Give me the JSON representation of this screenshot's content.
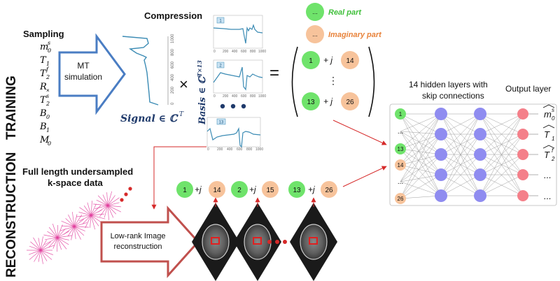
{
  "side_labels": {
    "training": "TRAINING",
    "reconstruction": "RECONSTRUCTION"
  },
  "sampling": {
    "title": "Sampling",
    "params": [
      "m",
      "T",
      "T",
      "R",
      "T",
      "B",
      "B",
      "M"
    ],
    "subs": [
      "0",
      "1",
      "2",
      "×",
      "2",
      "0",
      "1",
      "0"
    ],
    "sups": [
      "s",
      "",
      "f",
      "",
      "s",
      "",
      "",
      ""
    ]
  },
  "mt_arrow": {
    "line1": "MT",
    "line2": "simulation"
  },
  "signal": {
    "label": "Signal ∈ ℂ",
    "label_sup": "T",
    "ticks": [
      "0",
      "200",
      "400",
      "600",
      "800",
      "1000"
    ]
  },
  "compression": {
    "title": "Compression",
    "basis_label": "Basis ∈ ℂ",
    "basis_sup": "T×13",
    "tags": [
      "1",
      "2",
      "13"
    ],
    "xticks": [
      "0",
      "200",
      "400",
      "600",
      "800",
      "1000"
    ],
    "times": "×",
    "equals": "="
  },
  "legend": {
    "real_dot": "...",
    "real_label": "Real part",
    "imag_dot": "...",
    "imag_label": "Imaginary part"
  },
  "matrix": {
    "rows": [
      {
        "real": "1",
        "imag": "14"
      },
      {
        "real": "13",
        "imag": "26"
      }
    ],
    "plus_j": "+ j",
    "vdots": "⋮"
  },
  "reconstruction": {
    "kspace_line1": "Full length undersampled",
    "kspace_line2": "k-space data",
    "lowrank_line1": "Low-rank Image",
    "lowrank_line2": "reconstruction",
    "pairs": [
      {
        "real": "1",
        "imag": "14"
      },
      {
        "real": "2",
        "imag": "15"
      },
      {
        "real": "13",
        "imag": "26"
      }
    ],
    "plus_j": "+j"
  },
  "network": {
    "hidden_line1": "14 hidden layers with",
    "hidden_line2": "skip connections",
    "output_title": "Output layer",
    "inputs": [
      "1",
      "...",
      "13",
      "14",
      "...",
      "26"
    ],
    "outputs": [
      "m",
      "T",
      "T",
      "...",
      "..."
    ],
    "output_subs": [
      "0",
      "1",
      "2",
      "",
      ""
    ],
    "output_sups": [
      "s",
      "",
      "f",
      "",
      ""
    ]
  },
  "colors": {
    "real": "#6fe36b",
    "imag": "#f7c39b",
    "hidden": "#8f8cf0",
    "output": "#f4808a",
    "arrow_blue": "#4a7dc3",
    "arrow_red": "#c0504d",
    "plot": "#3b8bb4",
    "kspace": "#e0389a"
  }
}
